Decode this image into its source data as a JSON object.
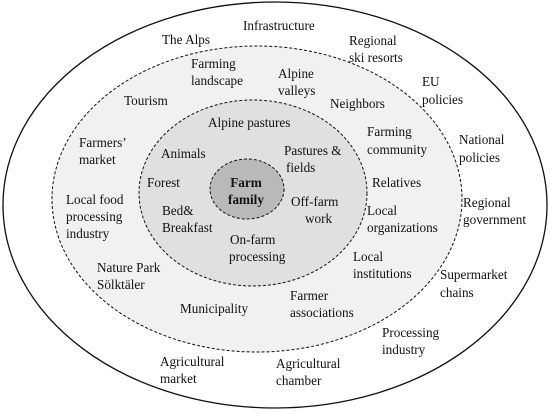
{
  "diagram": {
    "colors": {
      "outer_fill": "#ffffff",
      "middle_fill": "#f1f1f1",
      "inner_fill": "#e0e0e0",
      "core_fill": "#b9b9b9",
      "stroke": "#111111",
      "text": "#111111"
    },
    "core": {
      "line1": "Farm",
      "line2": "family"
    },
    "inner_ring": {
      "alpine_pastures": "Alpine pastures",
      "animals": "Animals",
      "pastures_fields_1": "Pastures &",
      "pastures_fields_2": "fields",
      "forest": "Forest",
      "bed_breakfast_1": "Bed&",
      "bed_breakfast_2": "Breakfast",
      "off_farm_work_1": "Off-farm",
      "off_farm_work_2": "work",
      "on_farm_processing_1": "On-farm",
      "on_farm_processing_2": "processing"
    },
    "middle_ring": {
      "farming_landscape_1": "Farming",
      "farming_landscape_2": "landscape",
      "alpine_valleys_1": "Alpine",
      "alpine_valleys_2": "valleys",
      "tourism": "Tourism",
      "neighbors": "Neighbors",
      "farmers_market_1": "Farmers’",
      "farmers_market_2": "market",
      "farming_community_1": "Farming",
      "farming_community_2": "community",
      "relatives": "Relatives",
      "local_food_1": "Local food",
      "local_food_2": "processing",
      "local_food_3": "industry",
      "local_organizations_1": "Local",
      "local_organizations_2": "organizations",
      "nature_park_1": "Nature Park",
      "nature_park_2": "Sölktäler",
      "local_institutions_1": "Local",
      "local_institutions_2": "institutions",
      "municipality": "Municipality",
      "farmer_associations_1": "Farmer",
      "farmer_associations_2": "associations"
    },
    "outer_ring": {
      "the_alps": "The Alps",
      "infrastructure": "Infrastructure",
      "ski_resorts_1": "Regional",
      "ski_resorts_2": "ski resorts",
      "eu_policies_1": "EU",
      "eu_policies_2": "policies",
      "national_policies_1": "National",
      "national_policies_2": "policies",
      "regional_government_1": "Regional",
      "regional_government_2": "government",
      "supermarket_chains_1": "Supermarket",
      "supermarket_chains_2": "chains",
      "processing_industry_1": "Processing",
      "processing_industry_2": "industry",
      "agricultural_chamber_1": "Agricultural",
      "agricultural_chamber_2": "chamber",
      "agricultural_market_1": "Agricultural",
      "agricultural_market_2": "market"
    }
  }
}
